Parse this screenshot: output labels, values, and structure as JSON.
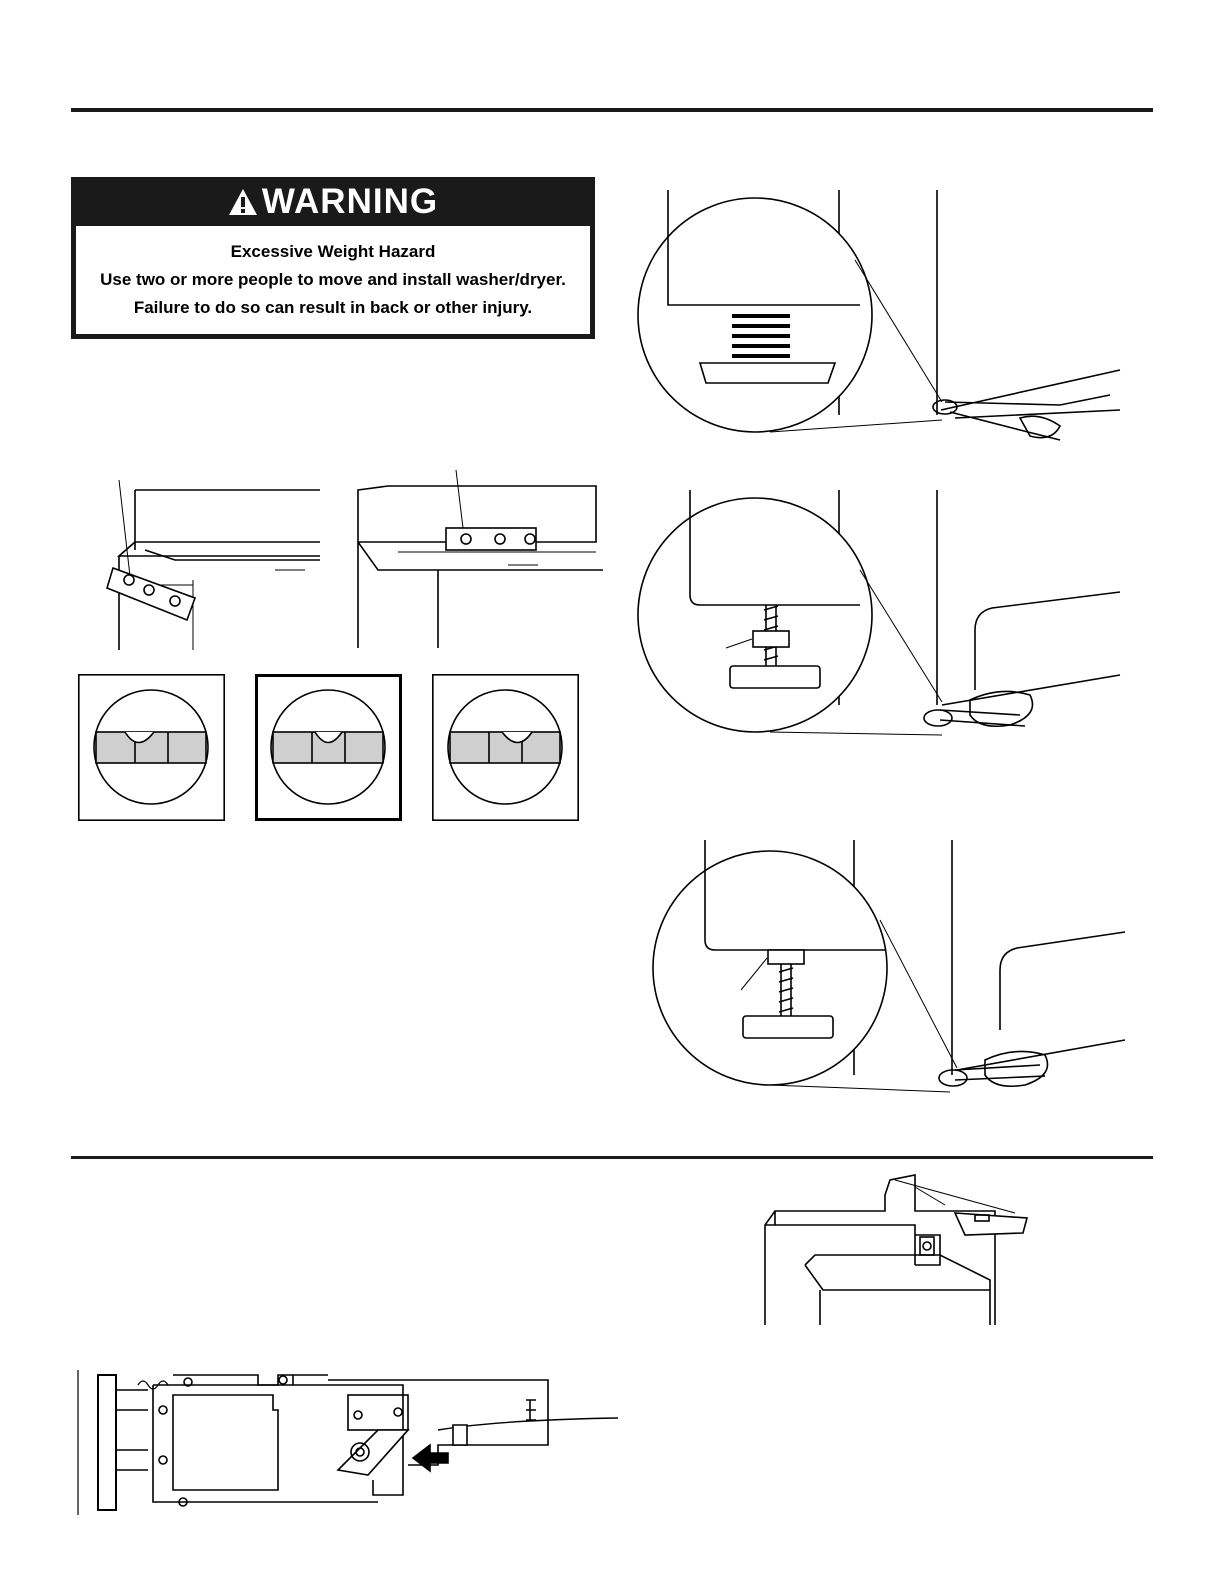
{
  "warning": {
    "title": "WARNING",
    "hazard": "Excessive Weight Hazard",
    "line1": "Use two or more people to move and install washer/dryer.",
    "line2": "Failure to do so can result in back or other injury."
  },
  "colors": {
    "rule": "#1a1a1a",
    "label_bg": "#1a1a1a",
    "level_fill": "#cfcfcf"
  },
  "icons": {
    "warning": "warning-triangle-icon",
    "arrow": "push-arrow-icon"
  }
}
